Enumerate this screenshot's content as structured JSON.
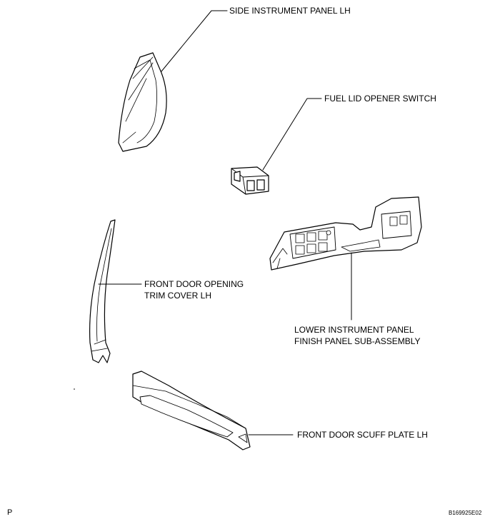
{
  "labels": {
    "side_instrument_panel": "SIDE INSTRUMENT PANEL LH",
    "fuel_lid_opener_switch": "FUEL LID OPENER SWITCH",
    "front_door_opening_trim_line1": "FRONT DOOR OPENING",
    "front_door_opening_trim_line2": "TRIM COVER LH",
    "lower_instrument_panel_line1": "LOWER INSTRUMENT PANEL",
    "lower_instrument_panel_line2": "FINISH PANEL SUB-ASSEMBLY",
    "front_door_scuff_plate": "FRONT DOOR SCUFF PLATE LH"
  },
  "footer": {
    "left_mark": "P",
    "figure_code": "B169925E02"
  },
  "colors": {
    "line": "#000000",
    "fill": "#ffffff"
  }
}
